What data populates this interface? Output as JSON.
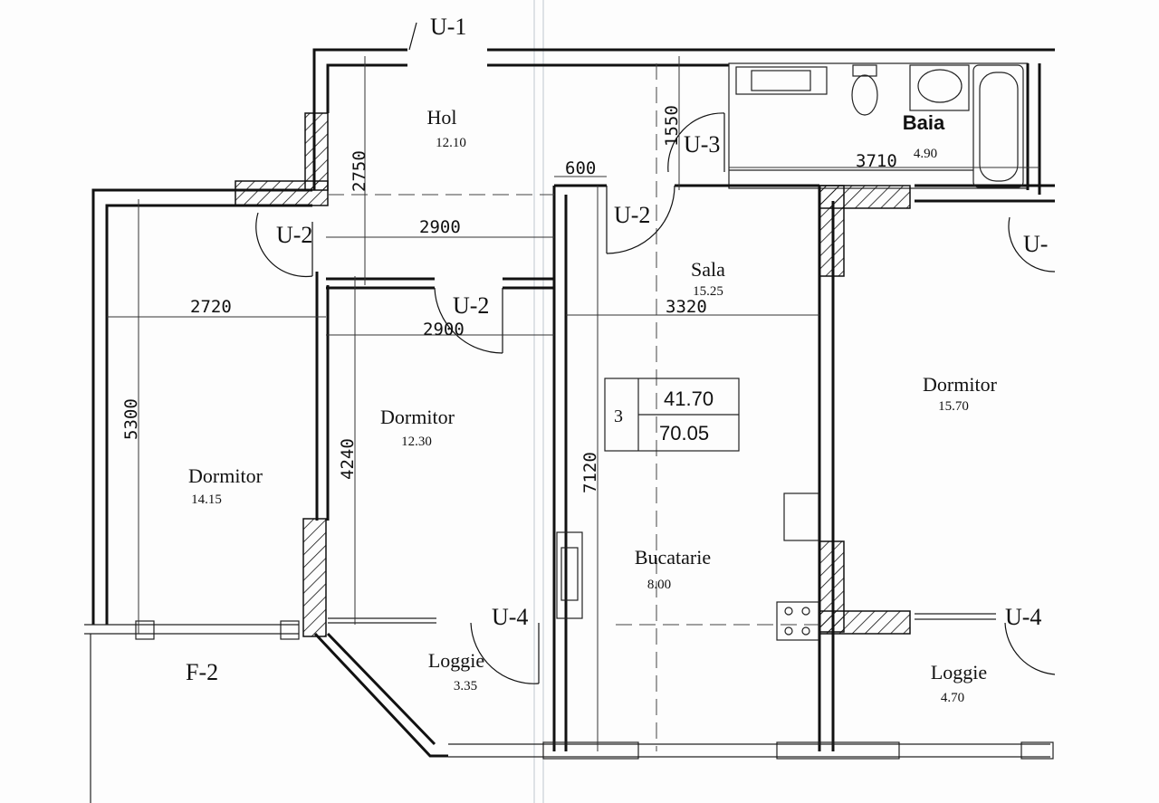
{
  "plan": {
    "rooms": [
      {
        "id": "hol",
        "name": "Hol",
        "area": "12.10"
      },
      {
        "id": "baia",
        "name": "Baia",
        "area": "4.90"
      },
      {
        "id": "sala",
        "name": "Sala",
        "area": "15.25"
      },
      {
        "id": "dormitor-left",
        "name": "Dormitor",
        "area": "14.15"
      },
      {
        "id": "dormitor-mid",
        "name": "Dormitor",
        "area": "12.30"
      },
      {
        "id": "dormitor-right",
        "name": "Dormitor",
        "area": "15.70"
      },
      {
        "id": "bucatarie",
        "name": "Bucatarie",
        "area": "8.00"
      },
      {
        "id": "loggie-mid",
        "name": "Loggie",
        "area": "3.35"
      },
      {
        "id": "loggie-right",
        "name": "Loggie",
        "area": "4.70"
      }
    ],
    "doors": {
      "u1": "U-1",
      "u2a": "U-2",
      "u2b": "U-2",
      "u2c": "U-2",
      "u3": "U-3",
      "u4a": "U-4",
      "u4b": "U-4",
      "u_right": "U-"
    },
    "windows": {
      "f2": "F-2"
    },
    "dimensions": {
      "d2750": "2750",
      "d2900a": "2900",
      "d2900b": "2900",
      "d1550": "1550",
      "d600": "600",
      "d3710": "3710",
      "d2720": "2720",
      "d3320": "3320",
      "d5300": "5300",
      "d4240": "4240",
      "d7120": "7120"
    },
    "summary": {
      "rooms_count": "3",
      "living_area": "41.70",
      "total_area": "70.05"
    }
  }
}
